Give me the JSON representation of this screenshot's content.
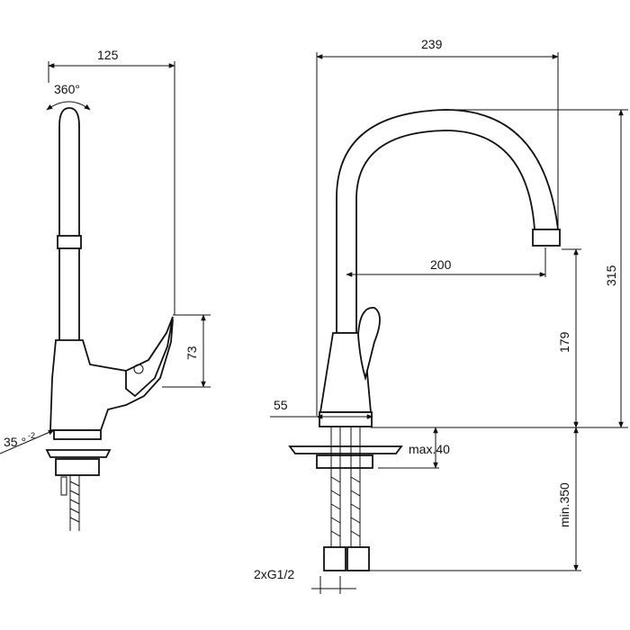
{
  "side_view": {
    "width_label": "125",
    "rotation_label": "360°",
    "handle_height_label": "73",
    "angle_label": "35 °",
    "angle_tolerance_label": "-2"
  },
  "front_view": {
    "width_label": "239",
    "spout_reach_label": "200",
    "total_height_label": "315",
    "spout_height_label": "179",
    "base_diameter_label": "55",
    "max_deck_label": "max.40",
    "min_hose_label": "min.350",
    "connection_label": "2xG1/2"
  }
}
